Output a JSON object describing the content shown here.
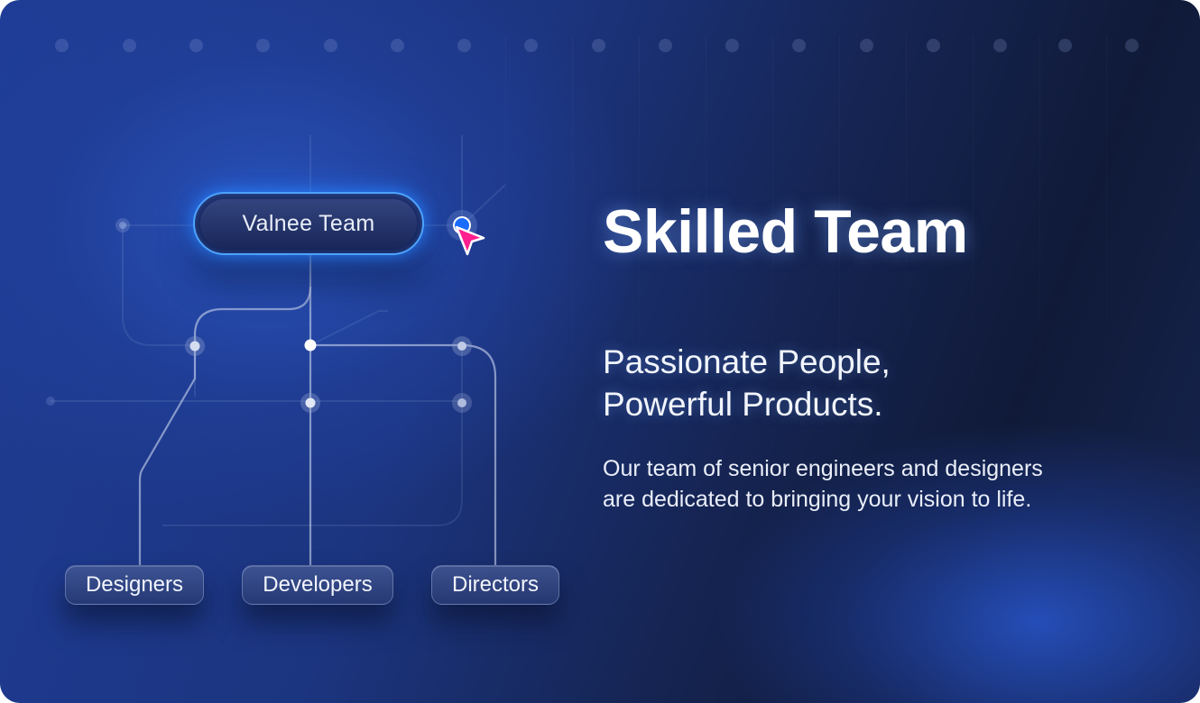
{
  "hero": {
    "title": "Skilled Team",
    "subtitle_lines": [
      "Passionate People,",
      "Powerful Products."
    ],
    "body_lines": [
      "Our team of senior engineers and designers",
      "are dedicated to bringing your vision to life."
    ]
  },
  "diagram": {
    "root_label": "Valnee Team",
    "children": [
      {
        "label": "Designers"
      },
      {
        "label": "Developers"
      },
      {
        "label": "Directors"
      }
    ]
  },
  "colors": {
    "accent_glow": "#4da3ff",
    "cursor": "#ff1f8f",
    "text": "#ffffff"
  },
  "icons": {
    "pointer": "cursor-arrow-icon"
  }
}
